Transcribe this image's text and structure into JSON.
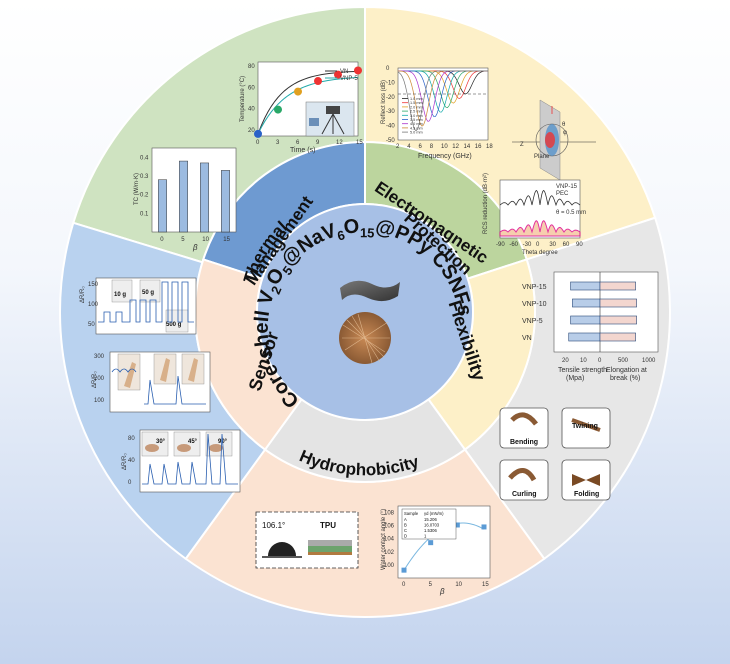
{
  "center_title_parts": [
    "Core-shell V",
    "2",
    "O",
    "5",
    "@NaV",
    "6",
    "O",
    "15",
    "@PPy CSNFs"
  ],
  "sectors": {
    "thermal": {
      "line1": "Thermal",
      "line2": "Management"
    },
    "emp": {
      "line1": "Electromagnetic",
      "line2": "Protection"
    },
    "flex": {
      "label": "Flexibility"
    },
    "hydro": {
      "label": "Hydrophobicity"
    },
    "sensor": {
      "label": "Sensor"
    }
  },
  "thermal_panel": {
    "temp_chart": {
      "ylabel": "Temperature (°C)",
      "xlabel": "Time (s)",
      "xticks": [
        "0",
        "3",
        "6",
        "9",
        "12",
        "15"
      ],
      "yticks": [
        "20",
        "40",
        "60",
        "80"
      ],
      "legend": [
        "VN",
        "VNP-5"
      ]
    },
    "tc_chart": {
      "ylabel": "TC (W/m·K)",
      "xlabel": "β",
      "categories": [
        "0",
        "5",
        "10",
        "15"
      ],
      "yticks": [
        "0.1",
        "0.2",
        "0.3",
        "0.4"
      ],
      "values": [
        0.28,
        0.38,
        0.37,
        0.33
      ]
    }
  },
  "emp_panel": {
    "rl_chart": {
      "ylabel": "Reflect loss (dB)",
      "xlabel": "Frequency (GHz)",
      "xticks": [
        "2",
        "4",
        "6",
        "8",
        "10",
        "12",
        "14",
        "16",
        "18"
      ],
      "yticks": [
        "0",
        "-10",
        "-20",
        "-30",
        "-40",
        "-50"
      ],
      "legend": [
        "1.0 mm",
        "1.5 mm",
        "2.0 mm",
        "2.5 mm",
        "3.0 mm",
        "3.5 mm",
        "4.0 mm",
        "4.5 mm",
        "5.0 mm"
      ]
    },
    "rcs_chart": {
      "ylabel": "RCS reduction (dB·m²)",
      "xlabel": "Theta degree",
      "xticks": [
        "-90",
        "-60",
        "-30",
        "0",
        "30",
        "60",
        "90"
      ],
      "legend": [
        "VNP-15",
        "PEC"
      ],
      "annotation": "θ = 0.5 mm"
    },
    "scatter_labels": {
      "theta": "θ",
      "phi": "φ",
      "plane": "Plane",
      "z": "Z"
    }
  },
  "flex_panel": {
    "bar_chart": {
      "categories": [
        "VNP-15",
        "VNP-10",
        "VNP-5",
        "VN"
      ],
      "left_label": "Tensile strength",
      "left_unit": "(Mpa)",
      "right_label": "Elongation at",
      "right_unit": "break (%)",
      "left_ticks": [
        "20",
        "10",
        "0"
      ],
      "right_ticks": [
        "500",
        "1000"
      ],
      "tensile": [
        16,
        15,
        16,
        17
      ],
      "elongation": [
        700,
        720,
        720,
        700
      ]
    },
    "photos": [
      "Bending",
      "Twining",
      "Curling",
      "Folding"
    ]
  },
  "hydro_panel": {
    "contact_angle": "106.1°",
    "tpu_label": "TPU",
    "wca_chart": {
      "ylabel": "Water contact angle (°)",
      "xlabel": "β",
      "xticks": [
        "0",
        "5",
        "10",
        "15"
      ],
      "yticks": [
        "100",
        "102",
        "104",
        "106",
        "108"
      ],
      "values": [
        99.2,
        103.4,
        106.1,
        105.8
      ],
      "table_header": [
        "Sample",
        "γd (mN/m)"
      ],
      "table_rows": [
        [
          "A",
          "15.206"
        ],
        [
          "B",
          "16.0703"
        ],
        [
          "C",
          "1.5306"
        ],
        [
          "D",
          "1"
        ]
      ]
    }
  },
  "sensor_panel": {
    "ylabels": [
      "ΔR/R₀",
      "ΔR/R₀",
      "ΔR/R₀"
    ],
    "panel1_ticks": [
      "150",
      "100",
      "50"
    ],
    "panel2_ticks": [
      "300",
      "200",
      "100"
    ],
    "panel3_ticks": [
      "80",
      "40",
      "0"
    ],
    "weights": [
      "10 g",
      "50 g",
      "500 g"
    ],
    "angles": [
      "30°",
      "45°",
      "90°"
    ]
  },
  "colors": {
    "thermal_outer": "#cfe3c1",
    "thermal_inner": "#9ec58a",
    "emp_outer": "#fdf0c8",
    "emp_inner": "#bcd59e",
    "flex_outer": "#e7e7e7",
    "flex_inner": "#fdf0c8",
    "hydro_outer": "#fbe3d2",
    "hydro_inner": "#e4e4e4",
    "sensor_outer": "#b9d2ef",
    "sensor_inner": "#fbe3d2",
    "thermal_banner": "#6e9ad1",
    "center": "#a7c0e6"
  }
}
